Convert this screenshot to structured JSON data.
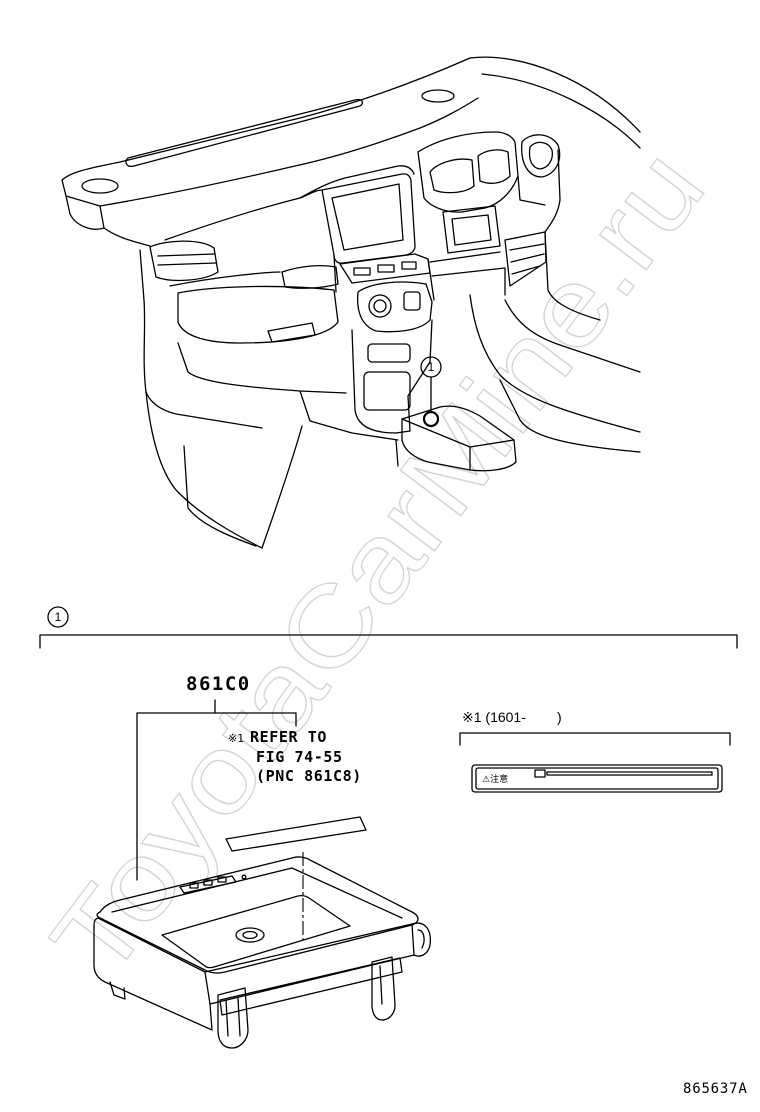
{
  "callouts": {
    "location_callout": "1",
    "section_callout": "1"
  },
  "part": {
    "number": "861C0"
  },
  "reference_note": {
    "marker": "※1",
    "line1": "REFER TO",
    "line2": "FIG 74-55",
    "line3": "(PNC 861C8)"
  },
  "variant": {
    "note": "※1 (1601-        )",
    "sticker_text": "⚠注意"
  },
  "figure_id": "865637A",
  "watermark": "ToyotaCarMine.ru",
  "colors": {
    "line": "#000000",
    "background": "#ffffff",
    "watermark": "#d4d4d4"
  }
}
